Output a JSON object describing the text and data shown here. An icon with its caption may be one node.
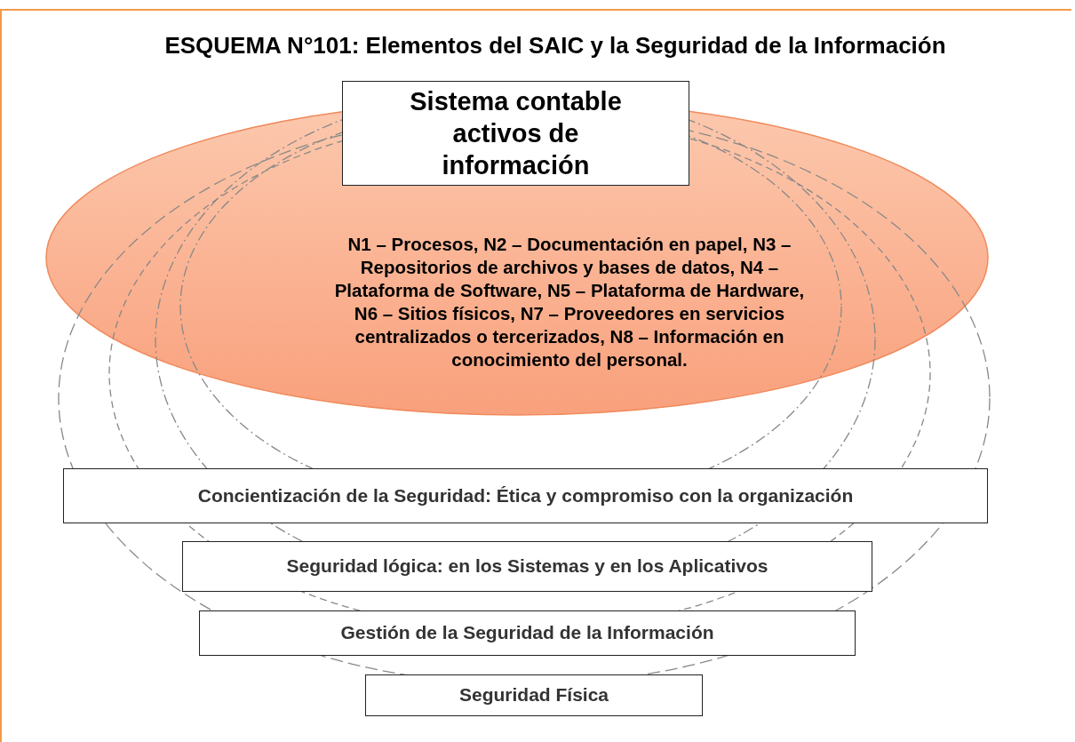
{
  "diagram": {
    "title": "ESQUEMA N°101: Elementos del SAIC y la Seguridad de la Información",
    "nodes": [
      {
        "text": [
          "Sistema contable activos de información"
        ]
      },
      {
        "text": [
          "N1 – Procesos, N2 – Documentación en papel, N3 – Repositorios de archivos y bases de datos, N4 – Plataforma de Software, N5 – Plataforma de Hardware, N6 – Sitios físicos, N7 – Proveedores en servicios centralizados o tercerizados, N8 – Información en conocimiento del personal."
        ]
      },
      {
        "text": [
          "Concientización de la Seguridad: Ética y compromiso con la organización"
        ]
      },
      {
        "text": [
          "Seguridad lógica: en los Sistemas y en los Aplicativos"
        ]
      },
      {
        "text": [
          "Gestión de la Seguridad de la Información"
        ]
      },
      {
        "text": [
          "Seguridad Física"
        ]
      }
    ]
  }
}
